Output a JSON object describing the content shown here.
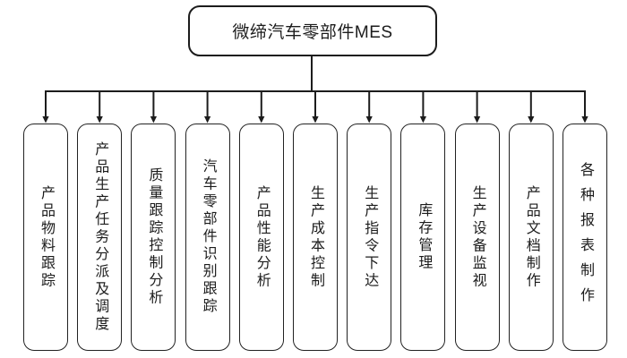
{
  "diagram": {
    "root": {
      "label": "微缔汽车零部件MES"
    },
    "children": [
      {
        "label": "产品物料跟踪"
      },
      {
        "label": "产品生产任务分派及调度"
      },
      {
        "label": "质量跟踪控制分析"
      },
      {
        "label": "汽车零部件识别跟踪"
      },
      {
        "label": "产品性能分析"
      },
      {
        "label": "生产成本控制"
      },
      {
        "label": "生产指令下达"
      },
      {
        "label": "库存管理"
      },
      {
        "label": "生产设备监视"
      },
      {
        "label": "产品文档制作"
      },
      {
        "label": "各种报表制作"
      }
    ],
    "line_color": "#1c1c1c",
    "background": "#ffffff"
  }
}
